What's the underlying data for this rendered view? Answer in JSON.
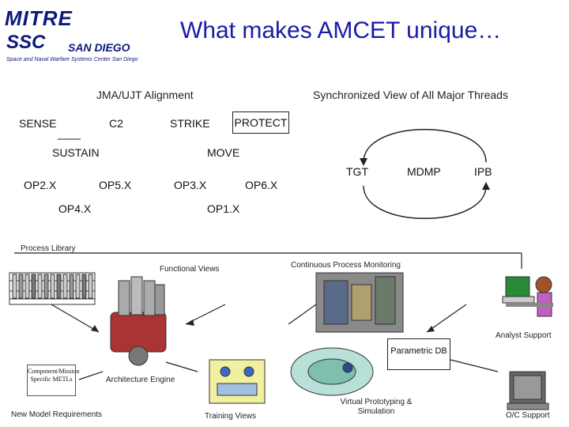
{
  "header": {
    "title": "What makes AMCET unique…",
    "logo_mitre": "MITRE",
    "logo_ssc": "SSC",
    "logo_san_diego": "SAN DIEGO",
    "logo_subtitle": "Space and Naval Warfare Systems Center San Diego"
  },
  "left": {
    "heading": "JMA/UJT Alignment",
    "row1": [
      "SENSE",
      "C2",
      "STRIKE",
      "PROTECT"
    ],
    "row2": [
      "SUSTAIN",
      "MOVE"
    ],
    "row3": [
      "OP2.X",
      "OP5.X",
      "OP3.X",
      "OP6.X"
    ],
    "row4": [
      "OP4.X",
      "OP1.X"
    ]
  },
  "right": {
    "heading": "Synchronized View of All Major Threads",
    "threads": [
      "TGT",
      "MDMP",
      "IPB"
    ]
  },
  "process": {
    "library": "Process Library",
    "functional_views": "Functional Views",
    "monitoring": "Continuous Process Monitoring",
    "analyst_support": "Analyst Support",
    "parametric_db": "Parametric DB",
    "component_note": "Component/Mission Specific METLs",
    "architecture_engine": "Architecture Engine",
    "new_model_requirements": "New Model Requirements",
    "training_views": "Training Views",
    "virtual_prototyping": "Virtual Prototyping & Simulation",
    "oc_support": "O/C Support"
  }
}
